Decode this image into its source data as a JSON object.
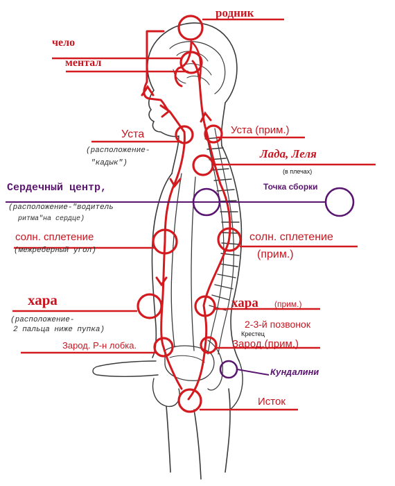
{
  "colors": {
    "accent": "#d21a1f",
    "purple": "#5a1570",
    "sketch": "#3a3a3a"
  },
  "labels": {
    "rodnik": "родник",
    "chelo": "чело",
    "mental": "ментал",
    "usta": "Уста",
    "usta_note_1": "(расположение-",
    "usta_note_2": "\"кадык\")",
    "usta_prim": "Уста (прим.)",
    "lada_lelya": "Лада, Леля",
    "v_plechah": "(в плечах)",
    "serdechny": "Сердечный центр,",
    "serdechny_note_1": "(расположение-\"водитель",
    "serdechny_note_2": "ритма\"на сердце)",
    "tochka_sborki": "Точка сборки",
    "soln_left": "солн. сплетение",
    "soln_left_note": "(межреберный угол)",
    "soln_right": "солн. сплетение",
    "soln_right_prim": "(прим.)",
    "hara_left": "хара",
    "hara_left_note_1": "(расположение-",
    "hara_left_note_2": "2 пальца ниже пупка)",
    "hara_right": "хара",
    "hara_right_prim": "(прим.)",
    "pozvonok": "2-3-й позвонок",
    "krestets": "Крестец",
    "zarod_left": "Зарод. Р-н лобка.",
    "zarod_right": "Зарод.(прим.)",
    "kundalini": "Кундалини",
    "istok": "Исток"
  }
}
